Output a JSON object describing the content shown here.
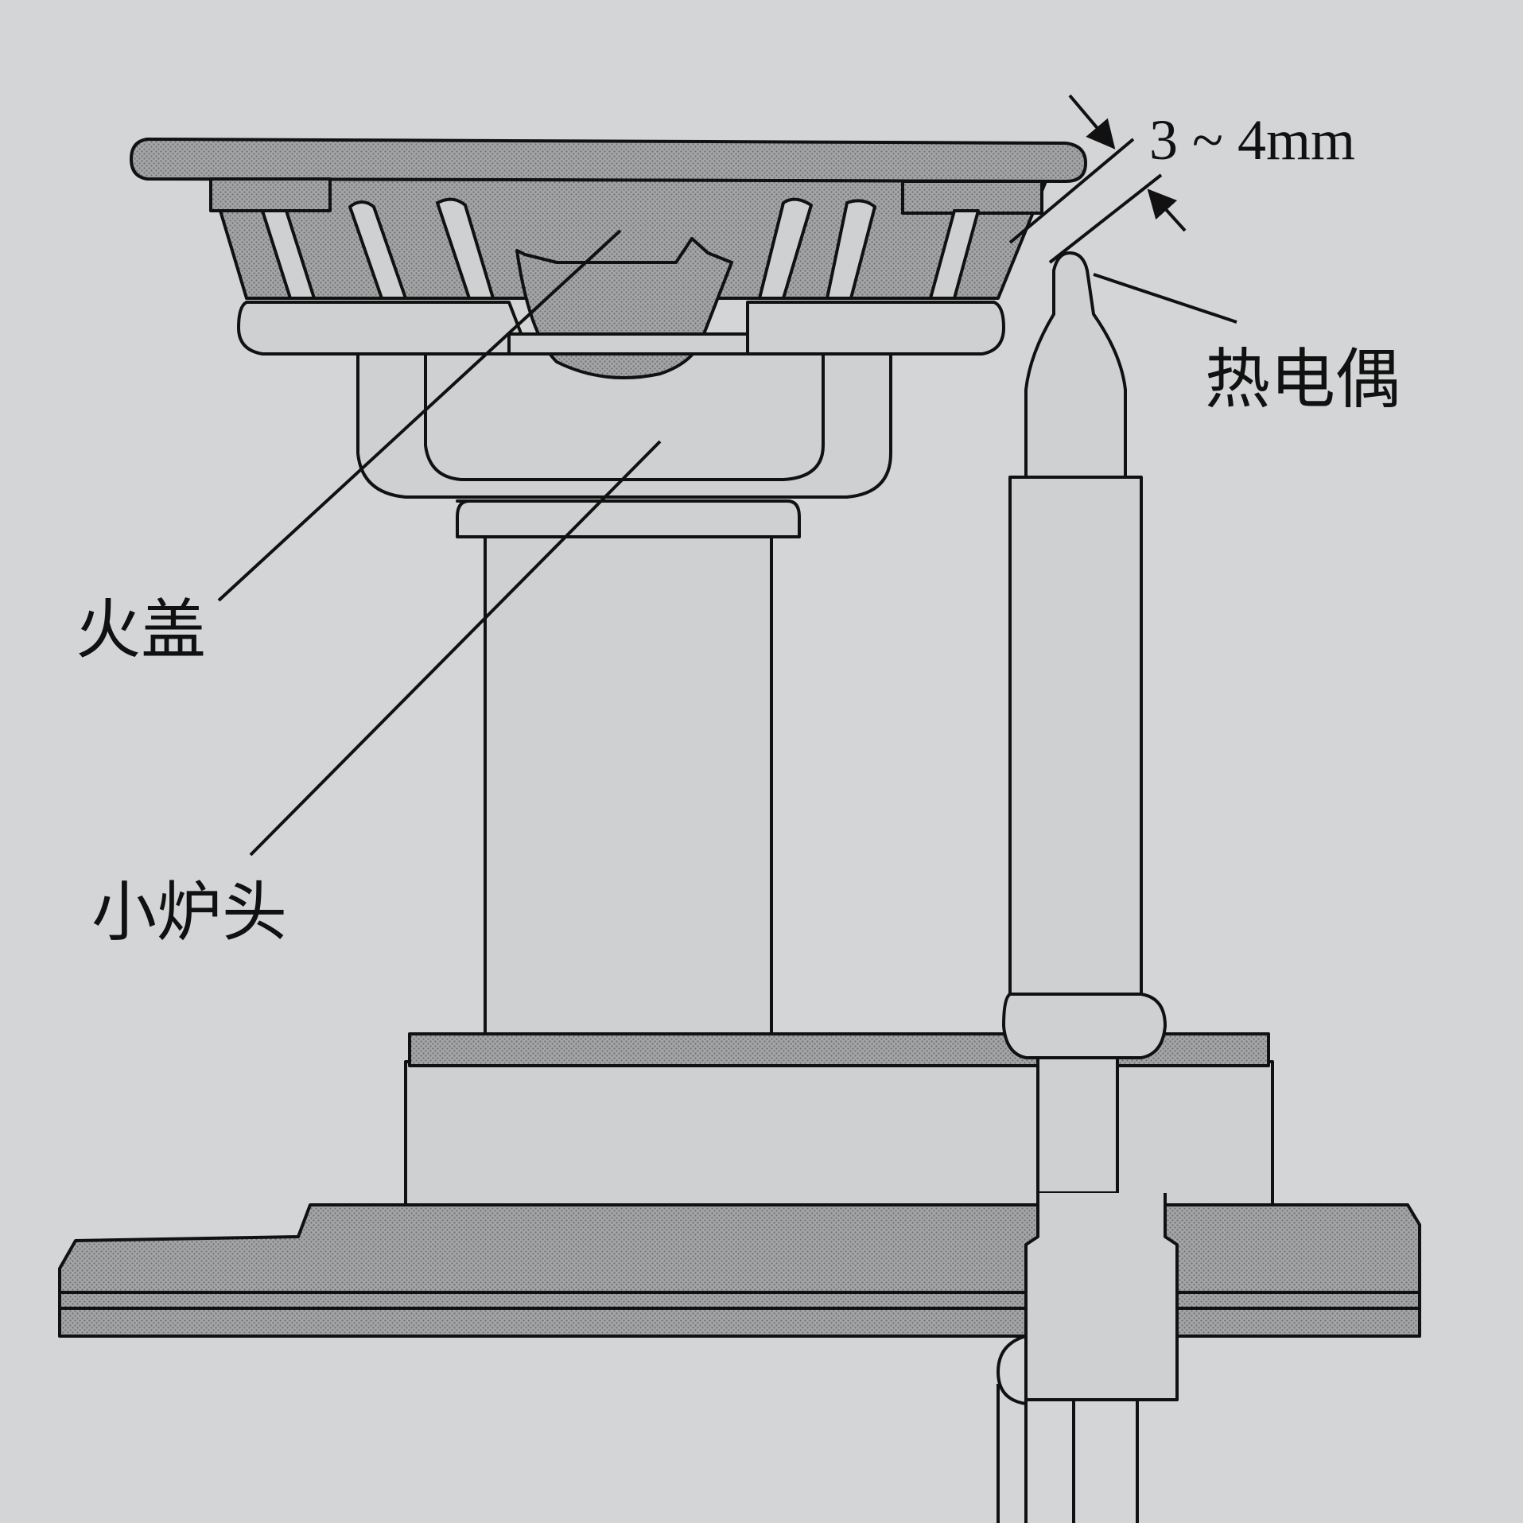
{
  "labels": {
    "fire_cover": "火盖",
    "small_burner_head": "小炉头",
    "thermocouple": "热电偶",
    "gap_dimension": "3 ~ 4mm"
  },
  "colors": {
    "paper": "#d4d5d6",
    "ink": "#111111",
    "fill_dark": "#8f9193",
    "fill_light": "#cfd0d1"
  }
}
